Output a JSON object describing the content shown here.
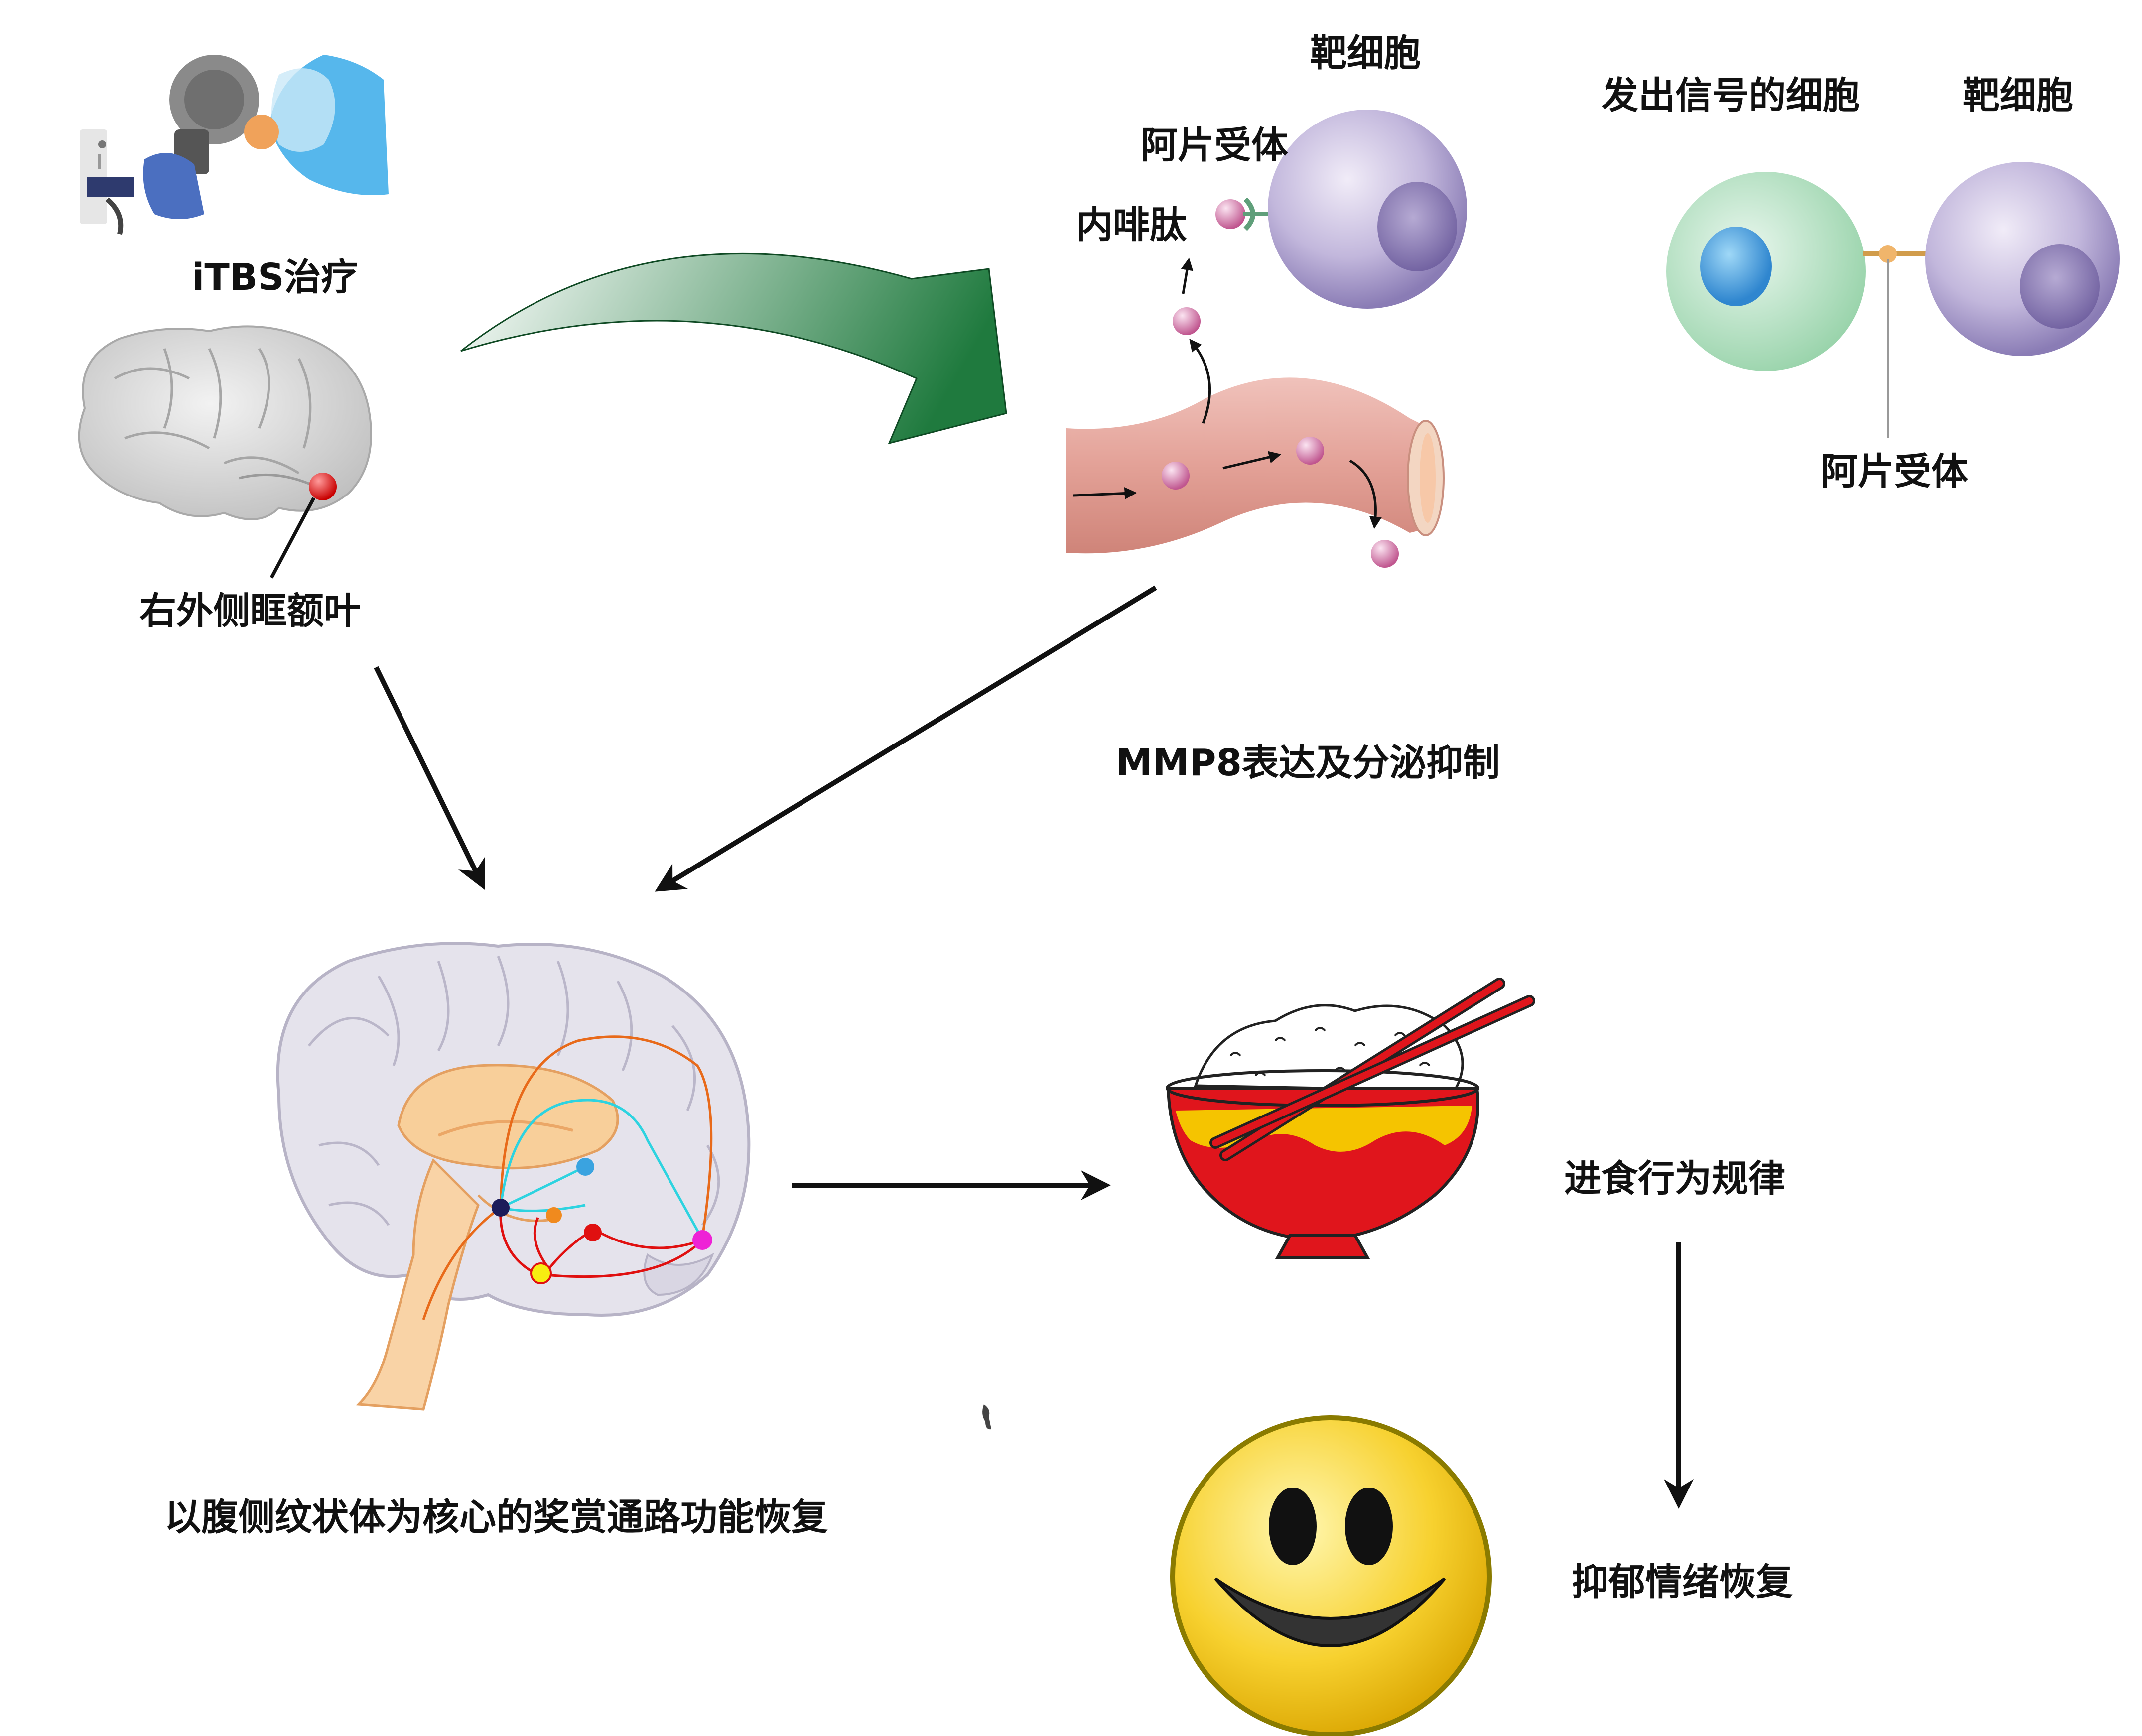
{
  "labels": {
    "itbs": "iTBS治疗",
    "rlofc": "右外侧眶额叶",
    "target_cell_1": "靶细胞",
    "opioid_receptor_1": "阿片受体",
    "endorphin": "内啡肽",
    "signal_cell": "发出信号的细胞",
    "target_cell_2": "靶细胞",
    "opioid_receptor_2": "阿片受体",
    "mmp8": "MMP8表达及分泌抑制",
    "reward": "以腹侧纹状体为核心的奖赏通路功能恢复",
    "eating": "进食行为规律",
    "mood": "抑郁情绪恢复"
  },
  "icons": {
    "tms_device": "tms-coil-icon",
    "cortex_brain": "lateral-brain-icon",
    "midbrain": "sagittal-brain-icon",
    "rice_bowl": "rice-bowl-icon",
    "smiley": "smiley-face-icon"
  },
  "colors": {
    "green_arrow": "#1f7a3e",
    "rlofc_dot": "#e01010",
    "vessel": "#e7a7a0",
    "endorphin_particle": "#d779b0",
    "target_cell": "#a79ac8",
    "signal_cell": "#a9e0b8",
    "bowl_red": "#e0151c",
    "bowl_yellow": "#f5c400",
    "smiley_yellow": "#f7d12f"
  }
}
